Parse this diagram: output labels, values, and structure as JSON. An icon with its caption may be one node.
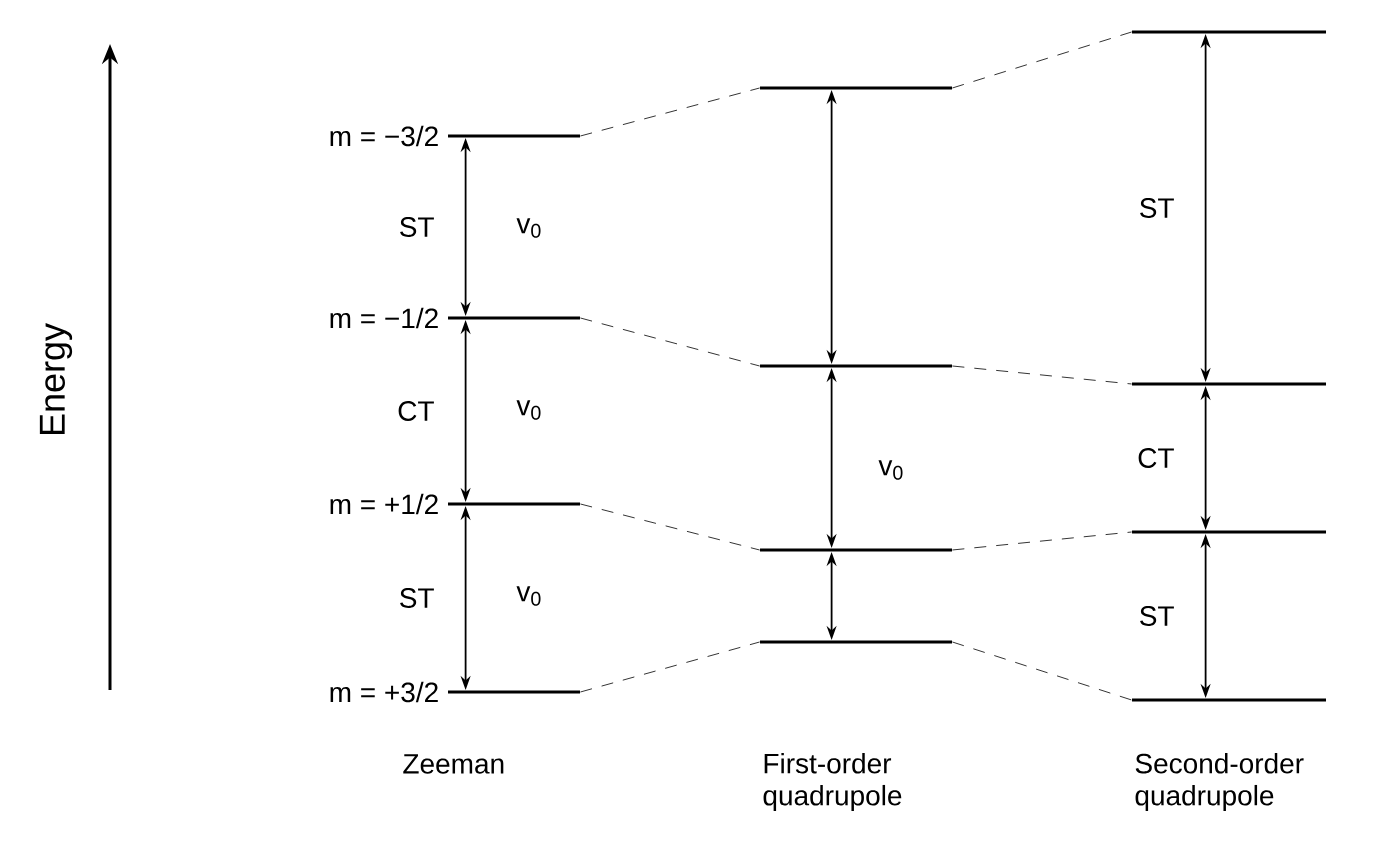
{
  "diagram": {
    "nodes": [
      {
        "text": [],
        "shape": "bar",
        "beside": [
          "m = −3/2"
        ]
      },
      {
        "text": [],
        "shape": "bar",
        "beside": [
          "m = −1/2"
        ]
      },
      {
        "text": [],
        "shape": "bar",
        "beside": [
          "m = +1/2"
        ]
      },
      {
        "text": [],
        "shape": "bar",
        "beside": [
          "m = +3/2"
        ]
      },
      {
        "text": [],
        "shape": "bar"
      },
      {
        "text": [],
        "shape": "bar"
      },
      {
        "text": [],
        "shape": "bar"
      },
      {
        "text": [],
        "shape": "bar"
      },
      {
        "text": [],
        "shape": "bar"
      },
      {
        "text": [],
        "shape": "bar"
      },
      {
        "text": [],
        "shape": "bar"
      },
      {
        "text": [],
        "shape": "bar"
      }
    ],
    "edges": [
      {
        "from": 0,
        "to": 1,
        "arrow": "both",
        "label": "ST"
      },
      {
        "from": 1,
        "to": 2,
        "arrow": "both",
        "label": "CT"
      },
      {
        "from": 2,
        "to": 3,
        "arrow": "both",
        "label": "ST"
      },
      {
        "from": 4,
        "to": 5,
        "arrow": "both"
      },
      {
        "from": 5,
        "to": 6,
        "arrow": "both"
      },
      {
        "from": 6,
        "to": 7,
        "arrow": "both"
      },
      {
        "from": 8,
        "to": 9,
        "arrow": "both",
        "label": "ST"
      },
      {
        "from": 9,
        "to": 10,
        "arrow": "both",
        "label": "CT"
      },
      {
        "from": 10,
        "to": 11,
        "arrow": "both",
        "label": "ST"
      },
      {
        "from": 0,
        "to": 4,
        "arrow": "none",
        "style": "dashed"
      },
      {
        "from": 1,
        "to": 5,
        "arrow": "none",
        "style": "dashed"
      },
      {
        "from": 2,
        "to": 6,
        "arrow": "none",
        "style": "dashed"
      },
      {
        "from": 3,
        "to": 7,
        "arrow": "none",
        "style": "dashed"
      },
      {
        "from": 4,
        "to": 8,
        "arrow": "none",
        "style": "dashed"
      },
      {
        "from": 5,
        "to": 9,
        "arrow": "none",
        "style": "dashed"
      },
      {
        "from": 6,
        "to": 10,
        "arrow": "none",
        "style": "dashed"
      },
      {
        "from": 7,
        "to": 11,
        "arrow": "none",
        "style": "dashed"
      }
    ],
    "labels": [
      "Energy",
      "v$_{0}$",
      "v$_{0}$",
      "v$_{0}$",
      "v$_{0}$",
      "Zeeman",
      "First-order quadrupole",
      "Second-order quadrupole"
    ]
  }
}
